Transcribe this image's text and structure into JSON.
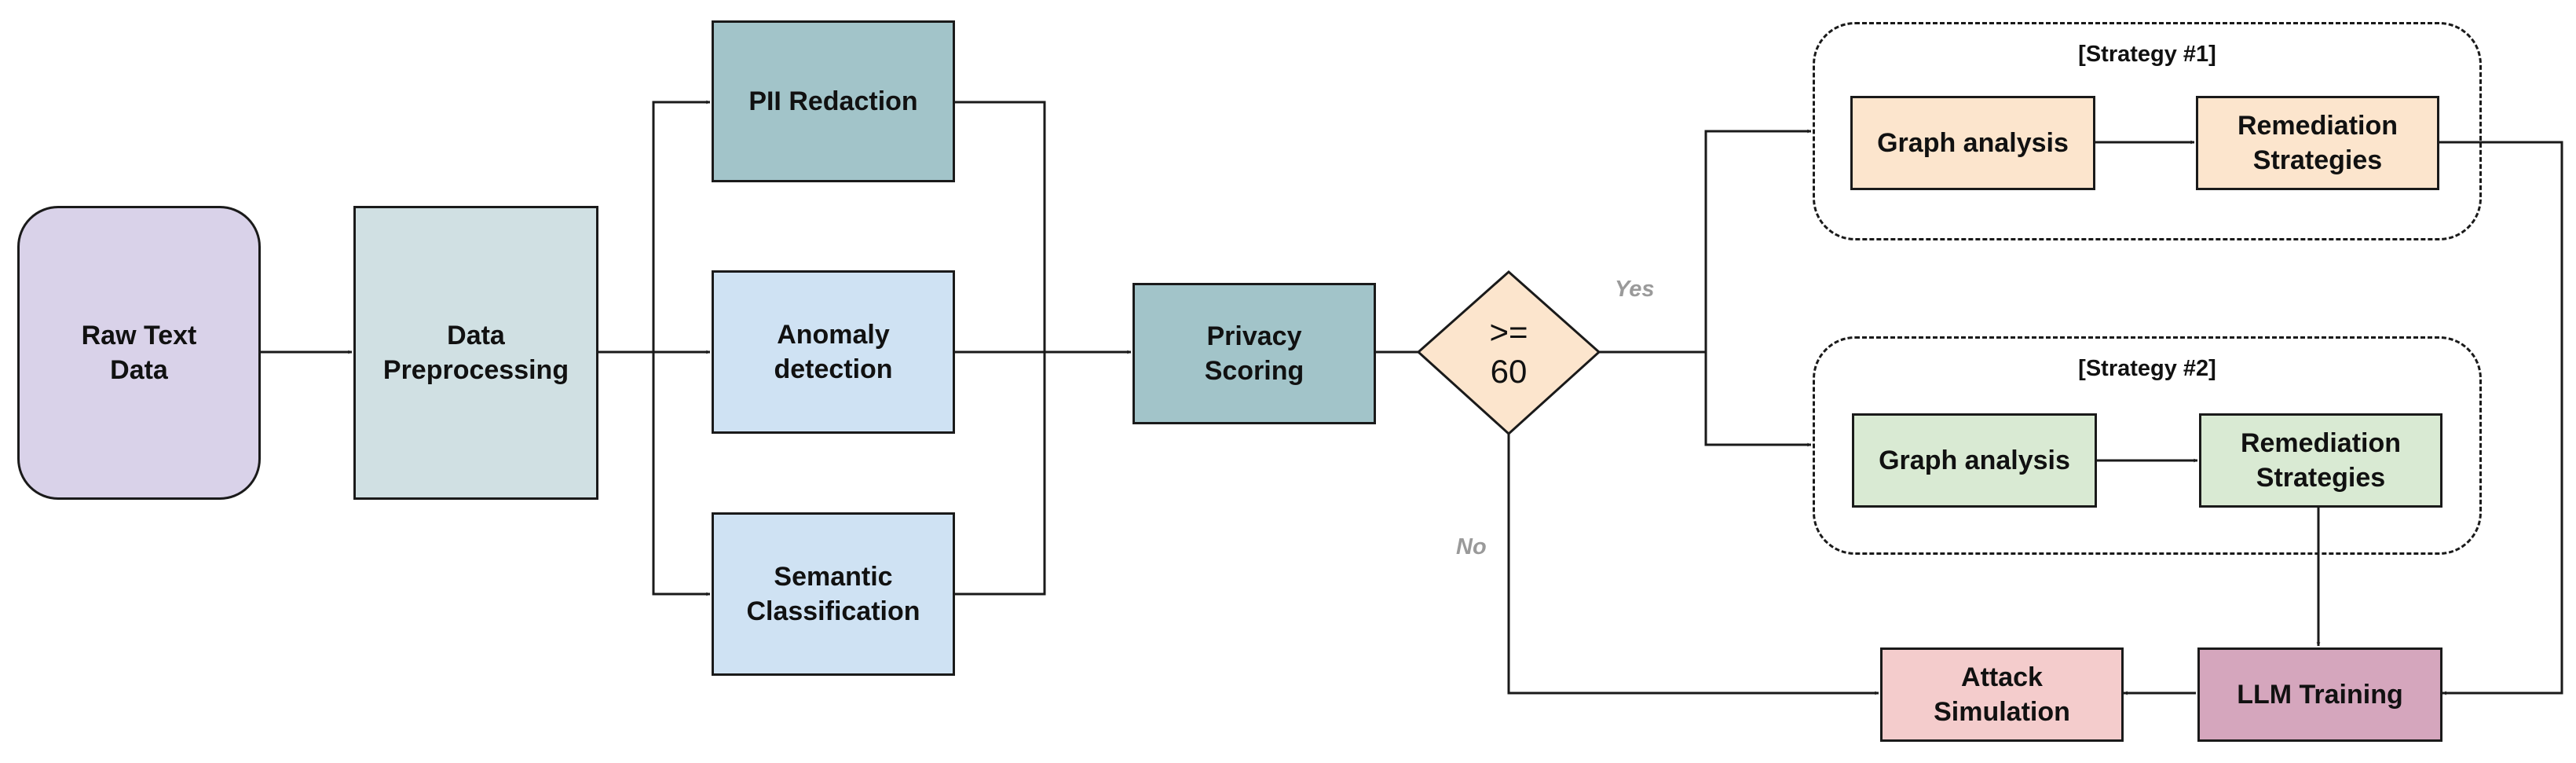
{
  "nodes": {
    "raw_text": {
      "label": "Raw Text\nData",
      "color": "#d9d2e9"
    },
    "preprocessing": {
      "label": "Data\nPreprocessing",
      "color": "#d0e0e3"
    },
    "pii": {
      "label": "PII Redaction",
      "color": "#a2c4c9"
    },
    "anomaly": {
      "label": "Anomaly\ndetection",
      "color": "#cfe2f3"
    },
    "semantic": {
      "label": "Semantic\nClassification",
      "color": "#cfe2f3"
    },
    "privacy": {
      "label": "Privacy\nScoring",
      "color": "#a2c4c9"
    },
    "decision": {
      "label": ">=\n60",
      "color": "#fce5cd"
    },
    "s1_graph": {
      "label": "Graph analysis",
      "color": "#fce5cd"
    },
    "s1_remediation": {
      "label": "Remediation\nStrategies",
      "color": "#fce5cd"
    },
    "s2_graph": {
      "label": "Graph analysis",
      "color": "#d9ead3"
    },
    "s2_remediation": {
      "label": "Remediation\nStrategies",
      "color": "#d9ead3"
    },
    "attack": {
      "label": "Attack\nSimulation",
      "color": "#f4cccc"
    },
    "llm": {
      "label": "LLM Training",
      "color": "#d5a6bd"
    }
  },
  "groups": {
    "strategy1": {
      "title": "[Strategy #1]"
    },
    "strategy2": {
      "title": "[Strategy #2]"
    }
  },
  "edge_labels": {
    "yes": "Yes",
    "no": "No"
  }
}
